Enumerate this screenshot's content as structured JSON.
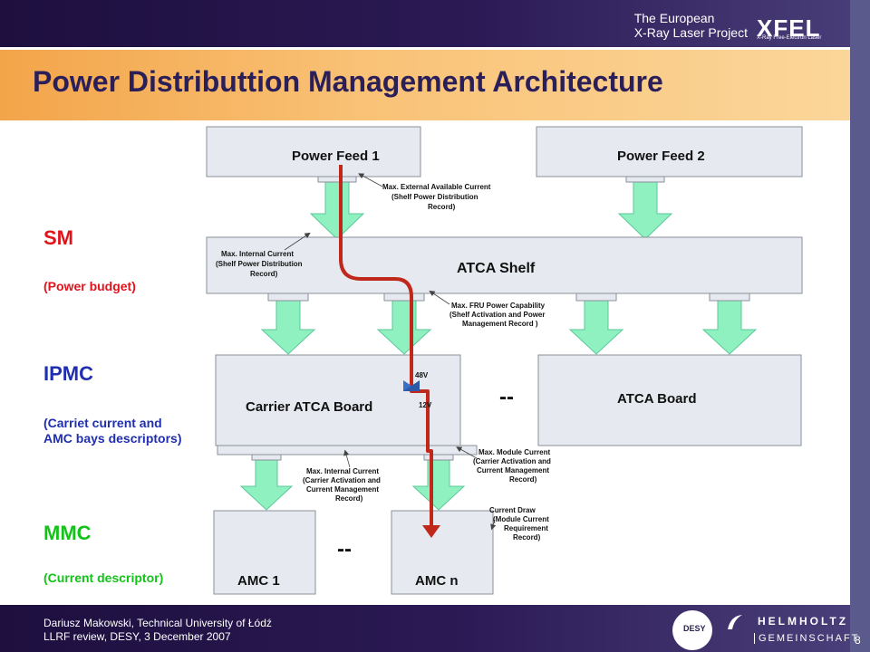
{
  "header": {
    "project_line1": "The European",
    "project_line2": "X-Ray Laser Project",
    "logo_text": "XFEL",
    "logo_sub": "X-Ray Free-Electron Laser"
  },
  "title": "Power Distributtion Management Architecture",
  "sidebar": {
    "sm_heading": "SM",
    "sm_desc": "(Power budget)",
    "ipmc_heading": "IPMC",
    "ipmc_desc_line1": "(Carriet current and",
    "ipmc_desc_line2": "AMC bays descriptors)",
    "mmc_heading": "MMC",
    "mmc_desc": "(Current descriptor)"
  },
  "diagram": {
    "blocks": {
      "power_feed_1": "Power Feed 1",
      "power_feed_2": "Power Feed 2",
      "atca_shelf": "ATCA Shelf",
      "carrier_board": "Carrier ATCA Board",
      "atca_board": "ATCA Board",
      "amc1": "AMC 1",
      "amcn": "AMC n"
    },
    "ellipsis": "--",
    "voltage_48": "48V",
    "voltage_12": "12V",
    "annotations": {
      "ext_current": [
        "Max. External Available Current",
        "(Shelf Power Distribution",
        "Record)"
      ],
      "int_current_shelf": [
        "Max. Internal Current",
        "(Shelf Power Distribution",
        "Record)"
      ],
      "fru_power": [
        "Max. FRU Power Capability",
        "(Shelf Activation and Power",
        "Management Record )"
      ],
      "module_current": [
        "Max. Module Current",
        "(Carrier Activation and",
        "Current Management",
        "Record)"
      ],
      "int_current_carrier": [
        "Max. Internal Current",
        "(Carrier Activation and",
        "Current Management",
        "Record)"
      ],
      "current_draw": [
        "Current Draw",
        "(Module Current",
        "Requirement",
        "Record)"
      ]
    }
  },
  "footer": {
    "author": "Dariusz Makowski, Technical University of Łódź",
    "event": "LLRF review, DESY, 3 December 2007",
    "page": "8",
    "desy": "DESY",
    "helmholtz": "HELMHOLTZ",
    "gemeinschaft": "GEMEINSCHAFT"
  },
  "colors": {
    "header_bg": "#2b1a55",
    "title_bar": "#f7b964",
    "title_text": "#2b1f5a",
    "sm": "#e0151c",
    "ipmc": "#1f2fb0",
    "mmc": "#14c21a",
    "arrow": "#8ff0c0",
    "path": "#c0281c",
    "block": "#e6e9ef"
  }
}
